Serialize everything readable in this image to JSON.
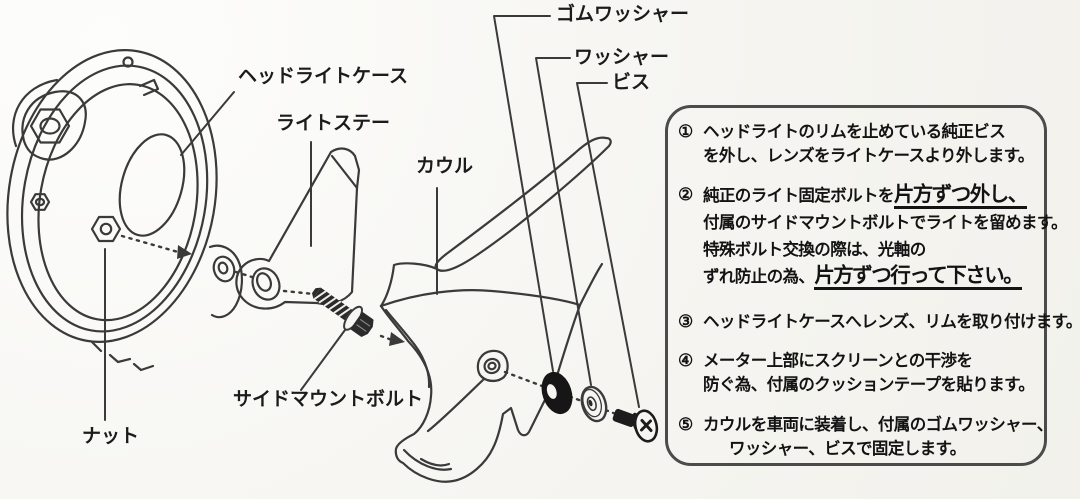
{
  "colors": {
    "background": "#f6f5f1",
    "line_art": "#3a3a3a",
    "text": "#131313",
    "panel_border": "#4b4b4b",
    "rubber_washer_fill": "#161616",
    "bolt_fill": "#2b2b2b"
  },
  "part_labels": {
    "rubber_washer": "ゴムワッシャー",
    "washer": "ワッシャー",
    "screw": "ビス",
    "headlight_case": "ヘッドライトケース",
    "light_stay": "ライトステー",
    "cowl": "カウル",
    "side_mount_bolt": "サイドマウントボルト",
    "nut": "ナット"
  },
  "instructions": {
    "items": [
      {
        "num": "①",
        "line1": "ヘッドライトのリムを止めている純正ビス",
        "line2": "を外し、レンズをライトケースより外します。"
      },
      {
        "num": "②",
        "line1_normal": "純正のライト固定ボルトを",
        "line1_emph": "片方ずつ外し、",
        "line2": "付属のサイドマウントボルトでライトを留めます。",
        "line3": "特殊ボルト交換の際は、光軸の",
        "line4_normal": "ずれ防止の為、",
        "line4_emph": "片方ずつ行って下さい。"
      },
      {
        "num": "③",
        "line1": "ヘッドライトケースへレンズ、リムを取り付けます。"
      },
      {
        "num": "④",
        "line1": "メーター上部にスクリーンとの干渉を",
        "line2": "防ぐ為、付属のクッションテープを貼ります。"
      },
      {
        "num": "⑤",
        "line1": "カウルを車両に装着し、付属のゴムワッシャー、",
        "line2": "ワッシャー、ビスで固定します。"
      }
    ]
  }
}
